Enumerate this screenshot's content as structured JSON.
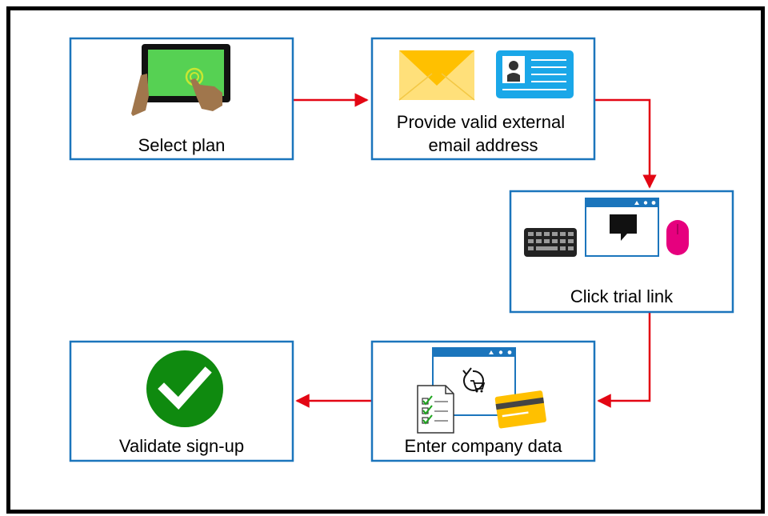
{
  "steps": [
    {
      "id": "select-plan",
      "label_lines": [
        "Select plan"
      ],
      "icons": [
        "tablet-tap-icon"
      ]
    },
    {
      "id": "provide-email",
      "label_lines": [
        "Provide valid external",
        "email address"
      ],
      "icons": [
        "envelope-icon",
        "contact-card-icon"
      ]
    },
    {
      "id": "click-trial-link",
      "label_lines": [
        "Click trial link"
      ],
      "icons": [
        "keyboard-icon",
        "browser-message-icon",
        "mouse-icon"
      ]
    },
    {
      "id": "enter-company-data",
      "label_lines": [
        "Enter company data"
      ],
      "icons": [
        "checklist-document-icon",
        "browser-cart-icon",
        "credit-card-icon"
      ]
    },
    {
      "id": "validate-signup",
      "label_lines": [
        "Validate sign-up"
      ],
      "icons": [
        "checkmark-circle-icon"
      ]
    }
  ],
  "colors": {
    "box_border": "#1b75bc",
    "arrow": "#e30613",
    "frame": "#000000",
    "check_green": "#0f8a0f",
    "envelope": "#ffc000",
    "card_blue": "#1aa7e8",
    "mouse_pink": "#e6007e",
    "tablet_screen": "#56d153"
  }
}
